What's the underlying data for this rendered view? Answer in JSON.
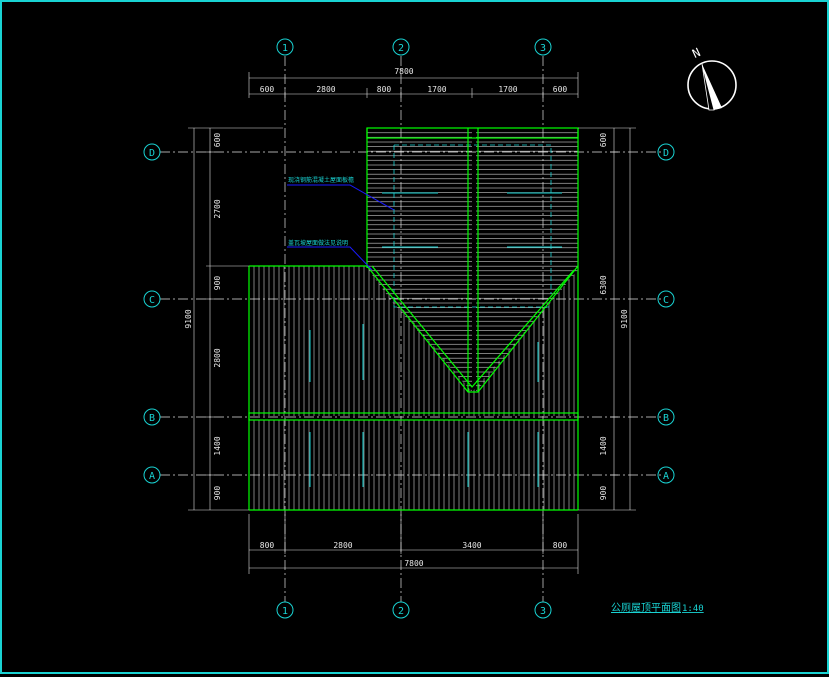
{
  "drawing": {
    "title": "公厕屋顶平面图",
    "scale": "1:40",
    "north_label": "N",
    "notes": [
      "现浇钢筋混凝土屋面板檐",
      "盖瓦坡屋面做法见说明"
    ]
  },
  "axes": {
    "columns": [
      "1",
      "2",
      "3"
    ],
    "rows": [
      "D",
      "C",
      "B",
      "A"
    ]
  },
  "dims": {
    "top_total": "7800",
    "top_segments": [
      "600",
      "2800",
      "800",
      "1700",
      "1700",
      "600"
    ],
    "bottom_total": "7800",
    "bottom_segments": [
      "800",
      "2800",
      "3400",
      "800"
    ],
    "left_segments": [
      "600",
      "2700",
      "900",
      "2800",
      "1400",
      "900"
    ],
    "left_total": "9100",
    "right_segments": [
      "600",
      "6300",
      "1400",
      "900"
    ],
    "right_total": "9100"
  },
  "colors": {
    "frame": "#19d3d3",
    "roof_outline": "#00ff00",
    "hatch": "#d8d8d8",
    "axis": "#19d3d3",
    "leader": "#1a1aff"
  }
}
